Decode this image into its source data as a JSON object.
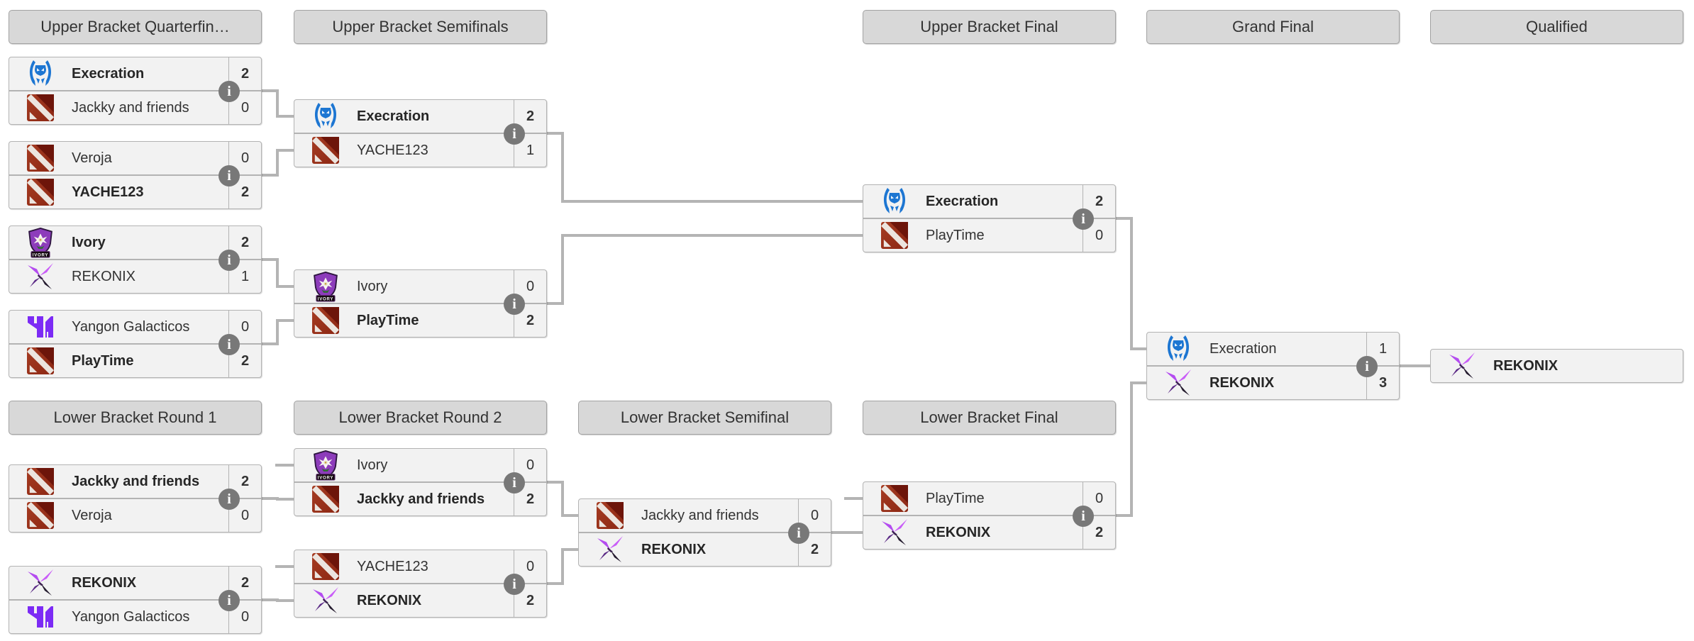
{
  "colors": {
    "row_bg": "#f2f2f2",
    "box_border": "#b3b3b3",
    "header_bg": "#d8d8d8",
    "header_border": "#a2a2a2",
    "connector": "#b4b4b4",
    "text": "#333333",
    "info_bg": "#787878",
    "info_fg": "#ffffff",
    "execration_blue": "#1d76d2",
    "dota_red": "#9a3520",
    "ivory_purple": "#8d3cbb",
    "rekonix_purple": "#b44cf0",
    "yangon_purple": "#7c2bf5"
  },
  "headers": {
    "upper": [
      "Upper Bracket Quarterfin…",
      "Upper Bracket Semifinals",
      "Upper Bracket Final",
      "Grand Final",
      "Qualified"
    ],
    "lower": [
      "Lower Bracket Round 1",
      "Lower Bracket Round 2",
      "Lower Bracket Semifinal",
      "Lower Bracket Final"
    ]
  },
  "info_icon": {
    "glyph": "i"
  },
  "matches": [
    {
      "id": "ubqf1",
      "round": "Upper Bracket Quarterfinals",
      "slots": [
        {
          "team": "Execration",
          "logo": "execration",
          "score": "2",
          "winner": true
        },
        {
          "team": "Jackky and friends",
          "logo": "dota",
          "score": "0",
          "winner": false
        }
      ]
    },
    {
      "id": "ubqf2",
      "round": "Upper Bracket Quarterfinals",
      "slots": [
        {
          "team": "Veroja",
          "logo": "dota",
          "score": "0",
          "winner": false
        },
        {
          "team": "YACHE123",
          "logo": "dota",
          "score": "2",
          "winner": true
        }
      ]
    },
    {
      "id": "ubqf3",
      "round": "Upper Bracket Quarterfinals",
      "slots": [
        {
          "team": "Ivory",
          "logo": "ivory",
          "score": "2",
          "winner": true
        },
        {
          "team": "REKONIX",
          "logo": "rekonix",
          "score": "1",
          "winner": false
        }
      ]
    },
    {
      "id": "ubqf4",
      "round": "Upper Bracket Quarterfinals",
      "slots": [
        {
          "team": "Yangon Galacticos",
          "logo": "yangon",
          "score": "0",
          "winner": false
        },
        {
          "team": "PlayTime",
          "logo": "dota",
          "score": "2",
          "winner": true
        }
      ]
    },
    {
      "id": "ubsf1",
      "round": "Upper Bracket Semifinals",
      "slots": [
        {
          "team": "Execration",
          "logo": "execration",
          "score": "2",
          "winner": true
        },
        {
          "team": "YACHE123",
          "logo": "dota",
          "score": "1",
          "winner": false
        }
      ]
    },
    {
      "id": "ubsf2",
      "round": "Upper Bracket Semifinals",
      "slots": [
        {
          "team": "Ivory",
          "logo": "ivory",
          "score": "0",
          "winner": false
        },
        {
          "team": "PlayTime",
          "logo": "dota",
          "score": "2",
          "winner": true
        }
      ]
    },
    {
      "id": "ubf",
      "round": "Upper Bracket Final",
      "slots": [
        {
          "team": "Execration",
          "logo": "execration",
          "score": "2",
          "winner": true
        },
        {
          "team": "PlayTime",
          "logo": "dota",
          "score": "0",
          "winner": false
        }
      ]
    },
    {
      "id": "gf",
      "round": "Grand Final",
      "slots": [
        {
          "team": "Execration",
          "logo": "execration",
          "score": "1",
          "winner": false
        },
        {
          "team": "REKONIX",
          "logo": "rekonix",
          "score": "3",
          "winner": true
        }
      ]
    },
    {
      "id": "lbr1m1",
      "round": "Lower Bracket Round 1",
      "slots": [
        {
          "team": "Jackky and friends",
          "logo": "dota",
          "score": "2",
          "winner": true
        },
        {
          "team": "Veroja",
          "logo": "dota",
          "score": "0",
          "winner": false
        }
      ]
    },
    {
      "id": "lbr1m2",
      "round": "Lower Bracket Round 1",
      "slots": [
        {
          "team": "REKONIX",
          "logo": "rekonix",
          "score": "2",
          "winner": true
        },
        {
          "team": "Yangon Galacticos",
          "logo": "yangon",
          "score": "0",
          "winner": false
        }
      ]
    },
    {
      "id": "lbr2m1",
      "round": "Lower Bracket Round 2",
      "slots": [
        {
          "team": "Ivory",
          "logo": "ivory",
          "score": "0",
          "winner": false
        },
        {
          "team": "Jackky and friends",
          "logo": "dota",
          "score": "2",
          "winner": true
        }
      ]
    },
    {
      "id": "lbr2m2",
      "round": "Lower Bracket Round 2",
      "slots": [
        {
          "team": "YACHE123",
          "logo": "dota",
          "score": "0",
          "winner": false
        },
        {
          "team": "REKONIX",
          "logo": "rekonix",
          "score": "2",
          "winner": true
        }
      ]
    },
    {
      "id": "lbsf",
      "round": "Lower Bracket Semifinal",
      "slots": [
        {
          "team": "Jackky and friends",
          "logo": "dota",
          "score": "0",
          "winner": false
        },
        {
          "team": "REKONIX",
          "logo": "rekonix",
          "score": "2",
          "winner": true
        }
      ]
    },
    {
      "id": "lbf",
      "round": "Lower Bracket Final",
      "slots": [
        {
          "team": "PlayTime",
          "logo": "dota",
          "score": "0",
          "winner": false
        },
        {
          "team": "REKONIX",
          "logo": "rekonix",
          "score": "2",
          "winner": true
        }
      ]
    }
  ],
  "qualified": {
    "team": "REKONIX",
    "logo": "rekonix"
  }
}
